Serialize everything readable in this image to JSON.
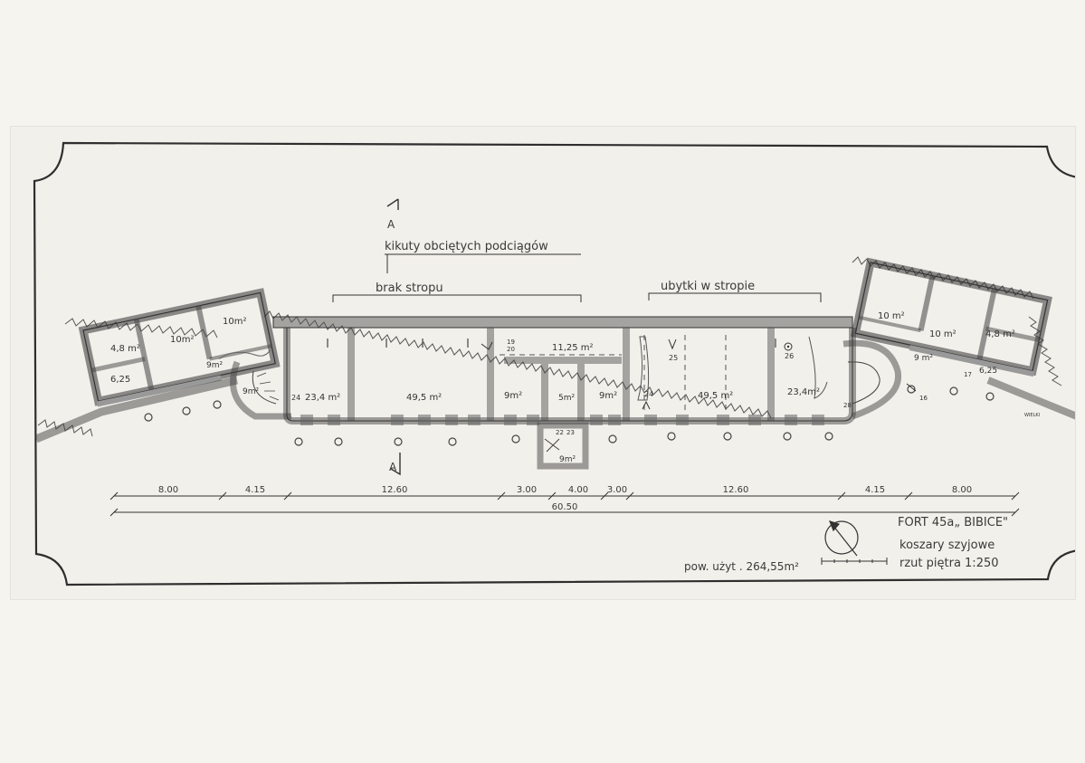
{
  "annotations": {
    "kikuty": "kikuty obciętych podciągów",
    "brak": "brak  stropu",
    "ubytki": "ubytki  w  stropie",
    "section_a_top": "A",
    "section_a_bottom": "A"
  },
  "rooms": {
    "left_48": "4,8 m²",
    "left_10a": "10m²",
    "left_10b": "10m²",
    "left_625": "6,25",
    "left_9a": "9m²",
    "left_9b": "9m²",
    "r234_left": "23,4 m²",
    "r495_left": "49,5 m²",
    "r9_a": "9m²",
    "r5": "5m²",
    "r9_b": "9m²",
    "r1125": "11,25 m²",
    "r495_right": "49,5 m²",
    "r234_right": "23,4m²",
    "r9_south": "9m²",
    "right_10a": "10 m²",
    "right_10b": "10 m²",
    "right_48": "4,8 m²",
    "right_9": "9 m²",
    "right_625": "6,25"
  },
  "markers": {
    "m24a": "24",
    "m19": "19",
    "m20": "20",
    "m25": "25",
    "m26": "26",
    "m24b": "24",
    "m28": "28",
    "m16": "16",
    "m17": "17",
    "m22": "22",
    "m23": "23"
  },
  "dimensions": {
    "segments": [
      "8.00",
      "4.15",
      "12.60",
      "3.00",
      "4.00",
      "3.00",
      "12.60",
      "4.15",
      "8.00"
    ],
    "total": "60.50"
  },
  "title_block": {
    "fort": "FORT 45a„ BIBICE\"",
    "subtitle": "koszary  szyjowe",
    "plan": "rzut piętra  1:250",
    "area": "pow. użyt . 264,55m²"
  },
  "signature": "WIELKI"
}
